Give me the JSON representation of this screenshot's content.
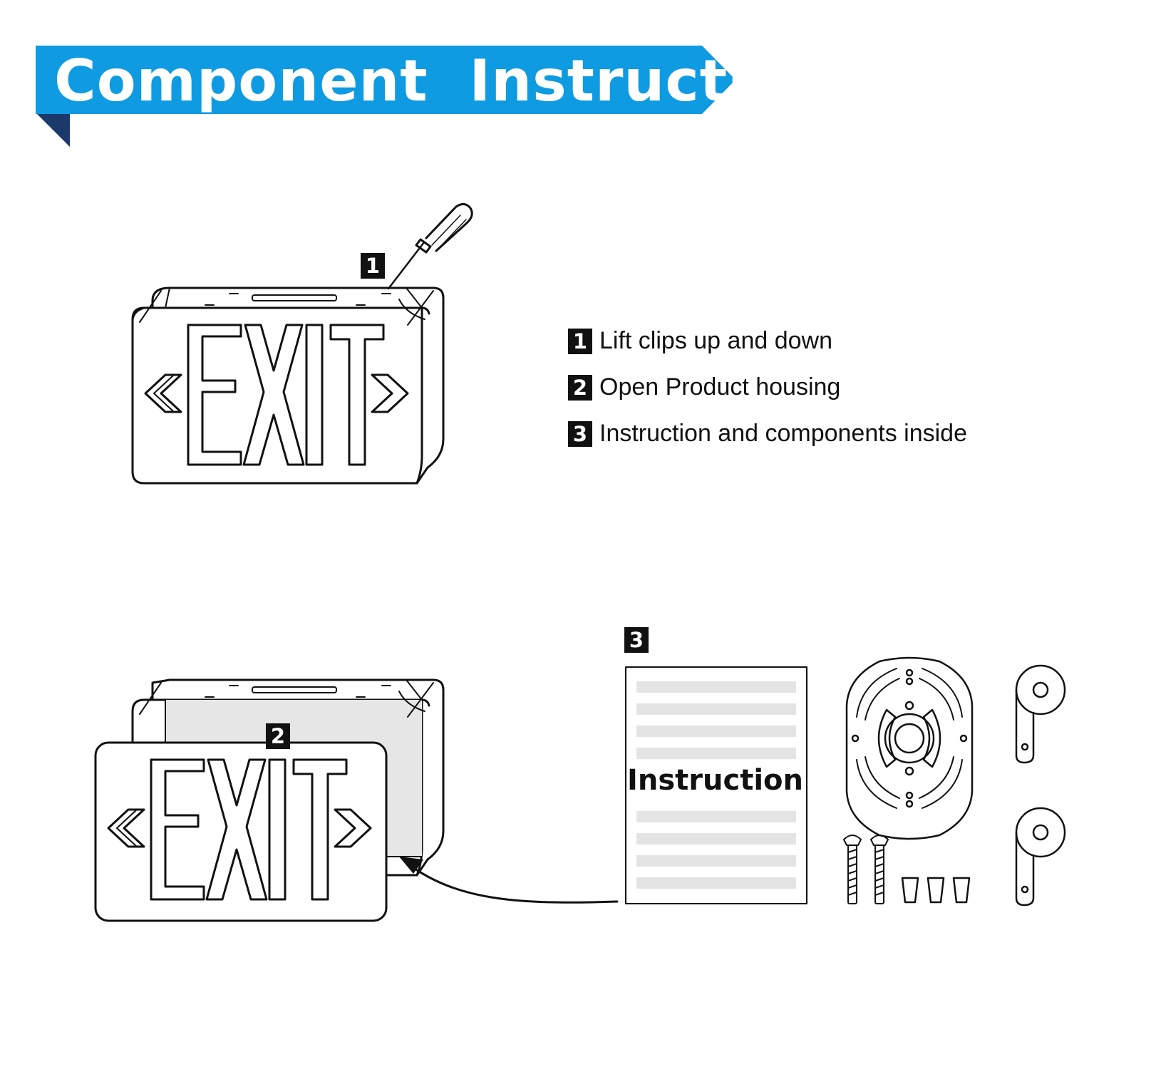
{
  "header": {
    "title": "Component  Instruction",
    "colors": {
      "banner": "#0E9BE2",
      "fold": "#1B3A6B"
    }
  },
  "steps": [
    {
      "number": "1",
      "text": "Lift clips up and down"
    },
    {
      "number": "2",
      "text": "Open Product housing"
    },
    {
      "number": "3",
      "text": "Instruction and components inside"
    }
  ],
  "callouts": {
    "one": "1",
    "two": "2",
    "three": "3"
  },
  "sign": {
    "word": "EXIT"
  },
  "manual": {
    "title": "Instruction"
  },
  "icons": [
    "screwdriver-icon",
    "exit-sign-icon",
    "mounting-plate-icon",
    "screw-icon",
    "wire-nut-icon",
    "hanger-bracket-icon"
  ]
}
